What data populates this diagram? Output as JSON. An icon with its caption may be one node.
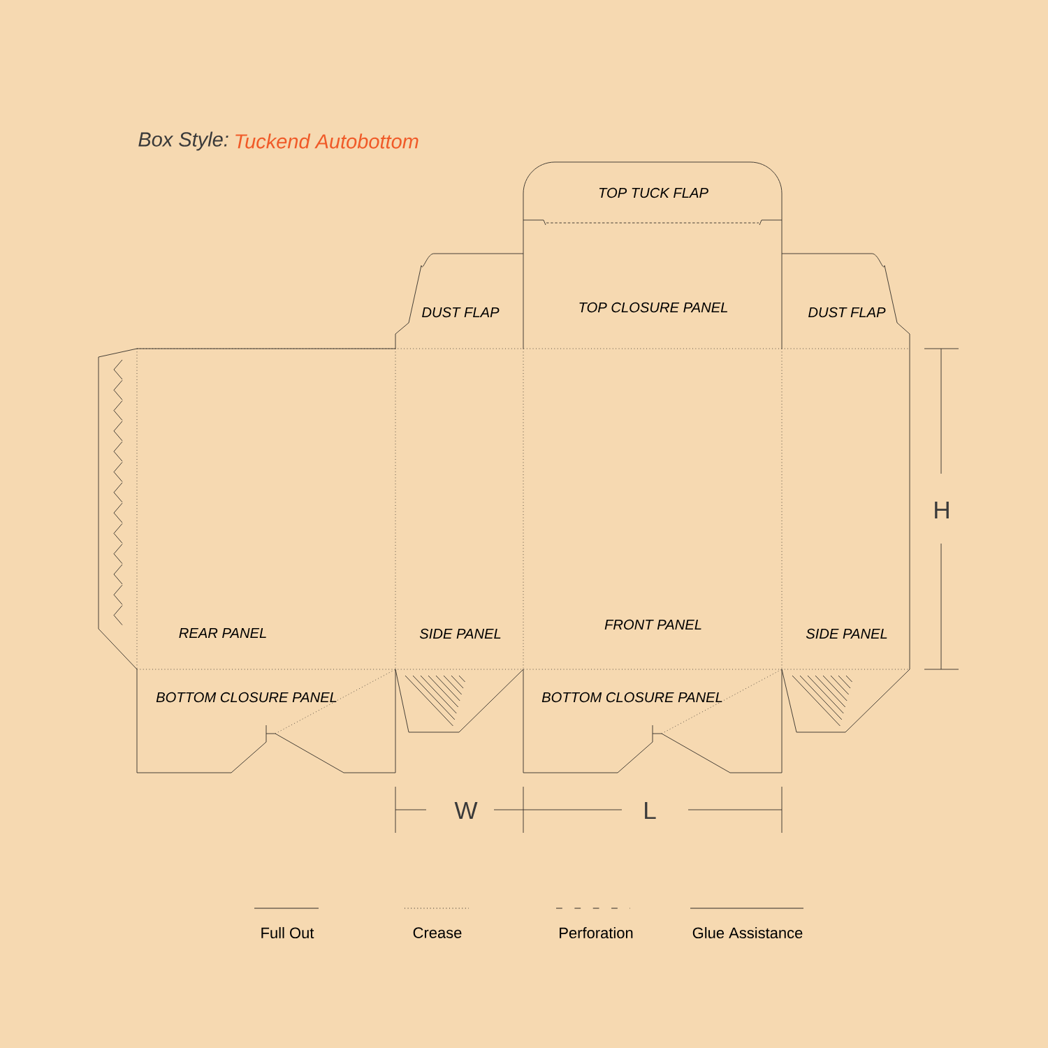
{
  "diagram": {
    "title": "Box Style:",
    "nodes": [
      {
        "text": [
          "TOP TUCK FLAP"
        ]
      },
      {
        "text": [
          "DUST FLAP"
        ]
      },
      {
        "text": [
          "TOP CLOSURE PANEL"
        ]
      },
      {
        "text": [
          "DUST FLAP"
        ]
      },
      {
        "text": [
          "REAR PANEL"
        ]
      },
      {
        "text": [
          "SIDE PANEL"
        ]
      },
      {
        "text": [
          "FRONT PANEL"
        ]
      },
      {
        "text": [
          "SIDE PANEL"
        ]
      },
      {
        "text": [
          "BOTTOM CLOSURE PANEL"
        ]
      },
      {
        "text": [
          "BOTTOM CLOSURE PANEL"
        ]
      }
    ],
    "labels": [
      "Tuckend Autobottom",
      "H",
      "W",
      "L"
    ],
    "legend": [
      {
        "text": "Full Out"
      },
      {
        "text": "Crease"
      },
      {
        "text": "Perforation"
      },
      {
        "text": "Glue Assistance"
      }
    ]
  }
}
